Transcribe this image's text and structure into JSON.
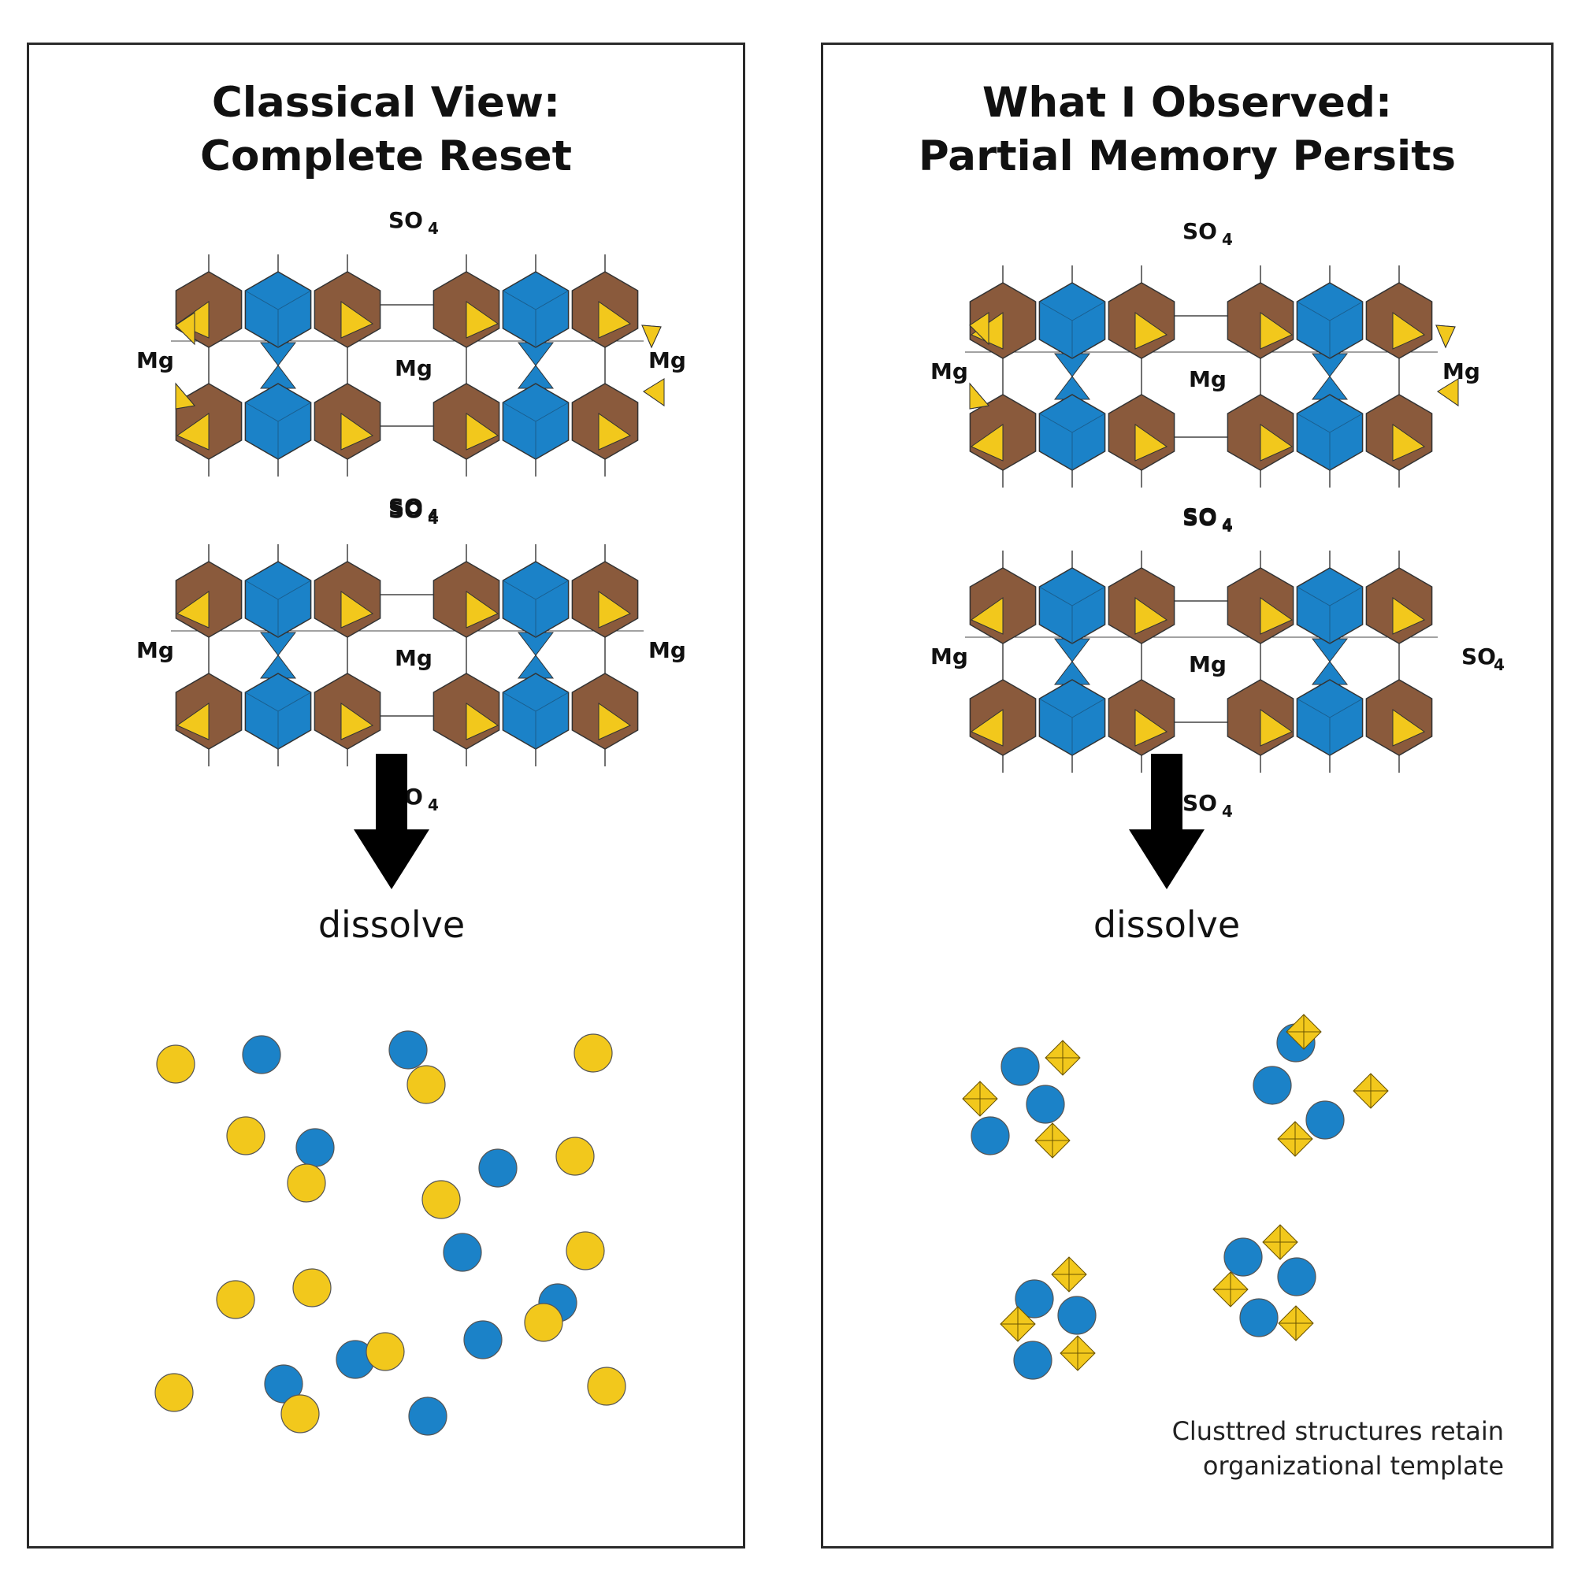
{
  "panels": [
    {
      "title_line1": "Classical View:",
      "title_line2": "Complete Reset",
      "lattice_top": {
        "so4_top": "SO",
        "so4_bottom": "SO",
        "left_label": "Mg",
        "center_label": "Mg",
        "right_label": "Mg"
      },
      "lattice_bottom": {
        "so4_top": "SO",
        "so4_bottom": "SO",
        "left_label": "Mg",
        "center_label": "Mg",
        "right_label": "Mg"
      },
      "subscript": "4",
      "arrow_label": "dissolve",
      "result": "scattered ions"
    },
    {
      "title_line1": "What I Observed:",
      "title_line2": "Partial Memory Persits",
      "lattice_top": {
        "so4_top": "SO",
        "so4_bottom": "SO",
        "left_label": "Mg",
        "center_label": "Mg",
        "right_label": "Mg"
      },
      "lattice_bottom": {
        "so4_top": "SO",
        "so4_bottom": "SO",
        "left_label": "Mg",
        "center_label": "Mg",
        "right_label": "SO4"
      },
      "subscript": "4",
      "arrow_label": "dissolve",
      "caption_line1": "Clusttred structures retain",
      "caption_line2": "organizational template"
    }
  ],
  "colors": {
    "brown": "#8a5a3c",
    "blue": "#1b82c8",
    "yellow": "#f2c81c",
    "border": "#2a2a2a"
  }
}
